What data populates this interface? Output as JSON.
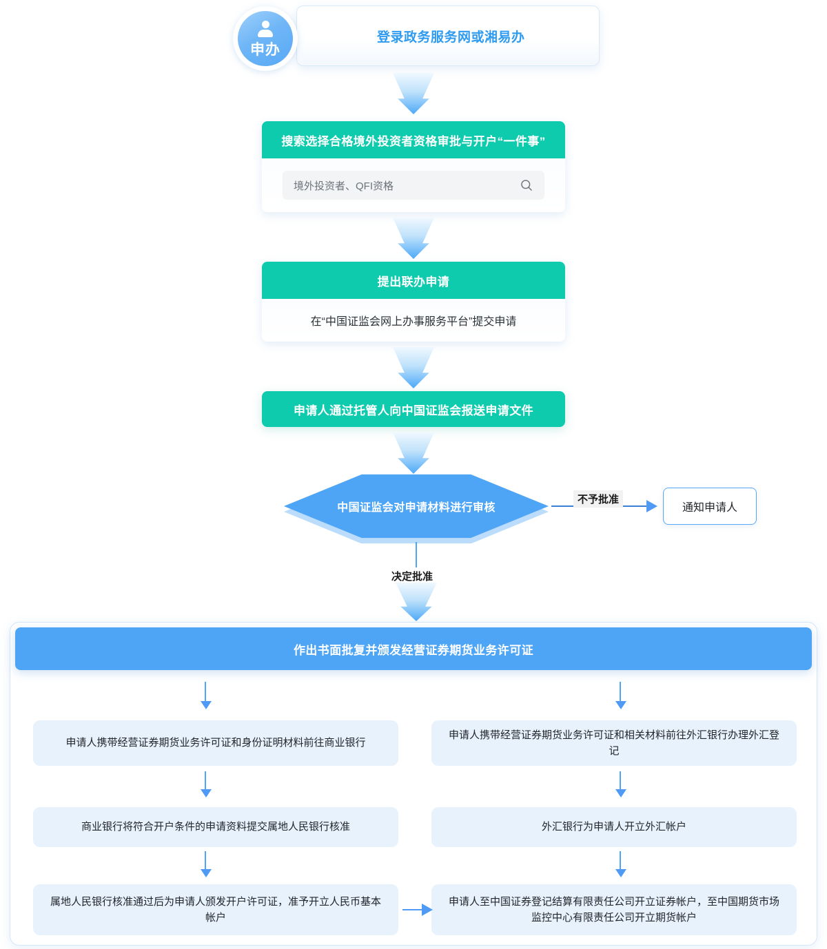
{
  "step_login": {
    "badge_icon": "person-icon",
    "badge_label": "申办",
    "title": "登录政务服务网或湘易办"
  },
  "step_search": {
    "header": "搜索选择合格境外投资者资格审批与开户“一件事”",
    "search_value": "",
    "search_placeholder": "境外投资者、QFI资格",
    "search_icon": "search-icon"
  },
  "step_apply": {
    "header": "提出联办申请",
    "note": "在“中国证监会网上办事服务平台”提交申请"
  },
  "step_submit": {
    "label": "申请人通过托管人向中国证监会报送申请文件"
  },
  "decision": {
    "label": "中国证监会对申请材料进行审核",
    "branch_reject_label": "不予批准",
    "branch_approve_label": "决定批准"
  },
  "reject_outcome": {
    "label": "通知申请人"
  },
  "approve_banner": {
    "label": "作出书面批复并颁发经营证券期货业务许可证"
  },
  "left_column": [
    {
      "label": "申请人携带经营证券期货业务许可证和身份证明材料前往商业银行"
    },
    {
      "label": "商业银行将符合开户条件的申请资料提交属地人民银行核准"
    },
    {
      "label": "属地人民银行核准通过后为申请人颁发开户许可证，准予开立人民币基本帐户"
    }
  ],
  "right_column": [
    {
      "label": "申请人携带经营证券期货业务许可证和相关材料前往外汇银行办理外汇登记"
    },
    {
      "label": "外汇银行为申请人开立外汇帐户"
    },
    {
      "label": "申请人至中国证券登记结算有限责任公司开立证券帐户，至中国期货市场监控中心有限责任公司开立期货帐户"
    }
  ],
  "colors": {
    "teal": "#0fcbae",
    "blue": "#4ea5f5",
    "pale_blue": "#e8f2fd",
    "link_blue": "#3b7fd4",
    "text_dark": "#22262b"
  }
}
